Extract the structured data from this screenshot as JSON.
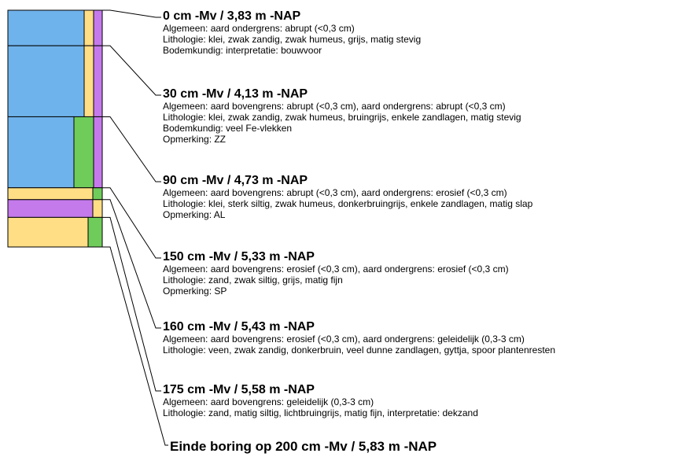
{
  "colors": {
    "clay": "#6fb3ec",
    "sand": "#ffde85",
    "silt": "#6fcc5a",
    "peat": "#c47aeb",
    "outline": "#000000"
  },
  "column": {
    "total_cm": 200,
    "layers": [
      {
        "from_cm": 0,
        "to_cm": 30,
        "bars": [
          "clay",
          "sand",
          "sand",
          "peat"
        ],
        "split": [
          0,
          98,
          110,
          120,
          130
        ]
      },
      {
        "from_cm": 30,
        "to_cm": 90,
        "bars": [
          "clay",
          "sand",
          "sand",
          "peat"
        ]
      },
      {
        "from_cm": 90,
        "to_cm": 150,
        "bars": [
          "clay",
          "silt",
          "peat"
        ]
      },
      {
        "from_cm": 150,
        "to_cm": 160,
        "bars": [
          "sand",
          "silt"
        ]
      },
      {
        "from_cm": 160,
        "to_cm": 175,
        "bars": [
          "peat",
          "sand"
        ]
      },
      {
        "from_cm": 175,
        "to_cm": 200,
        "bars": [
          "sand",
          "silt"
        ]
      }
    ]
  },
  "layers": [
    {
      "title": "0 cm -Mv / 3,83 m -NAP",
      "lines": [
        "Algemeen: aard ondergrens: abrupt (<0,3 cm)",
        "Lithologie: klei, zwak zandig, zwak humeus, grijs, matig stevig",
        "Bodemkundig: interpretatie: bouwvoor"
      ]
    },
    {
      "title": "30 cm -Mv / 4,13 m -NAP",
      "lines": [
        "Algemeen: aard bovengrens: abrupt (<0,3 cm), aard ondergrens: abrupt (<0,3 cm)",
        "Lithologie: klei, zwak zandig, zwak humeus, bruingrijs, enkele zandlagen, matig stevig",
        "Bodemkundig: veel Fe-vlekken",
        "Opmerking: ZZ"
      ]
    },
    {
      "title": "90 cm -Mv / 4,73 m -NAP",
      "lines": [
        "Algemeen: aard bovengrens: abrupt (<0,3 cm), aard ondergrens: erosief (<0,3 cm)",
        "Lithologie: klei, sterk siltig, zwak humeus, donkerbruingrijs, enkele zandlagen, matig slap",
        "Opmerking: AL"
      ]
    },
    {
      "title": "150 cm -Mv / 5,33 m -NAP",
      "lines": [
        "Algemeen: aard bovengrens: erosief (<0,3 cm), aard ondergrens: erosief (<0,3 cm)",
        "Lithologie: zand, zwak siltig, grijs, matig fijn",
        "Opmerking: SP"
      ]
    },
    {
      "title": "160 cm -Mv / 5,43 m -NAP",
      "lines": [
        "Algemeen: aard bovengrens: erosief (<0,3 cm), aard ondergrens: geleidelijk (0,3-3 cm)",
        "Lithologie: veen, zwak zandig, donkerbruin, veel dunne zandlagen, gyttja, spoor plantenresten"
      ]
    },
    {
      "title": "175 cm -Mv / 5,58 m -NAP",
      "lines": [
        "Algemeen: aard bovengrens: geleidelijk (0,3-3 cm)",
        "Lithologie: zand, matig siltig, lichtbruingrijs, matig fijn, interpretatie: dekzand"
      ]
    }
  ],
  "end_title": "Einde boring op 200 cm -Mv / 5,83 m -NAP"
}
